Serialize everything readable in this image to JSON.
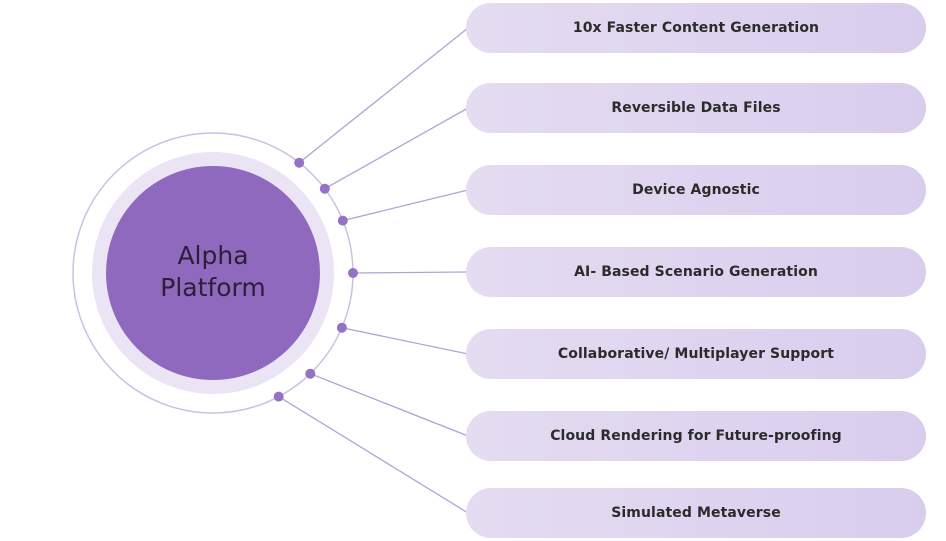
{
  "hub": {
    "title_line1": "Alpha",
    "title_line2": "Platform"
  },
  "features": [
    {
      "name": "feature-content-generation",
      "label": "10x Faster Content Generation"
    },
    {
      "name": "feature-reversible-data",
      "label": "Reversible Data Files"
    },
    {
      "name": "feature-device-agnostic",
      "label": "Device Agnostic"
    },
    {
      "name": "feature-ai-scenario",
      "label": "AI- Based Scenario Generation"
    },
    {
      "name": "feature-collaborative",
      "label": "Collaborative/ Multiplayer Support"
    },
    {
      "name": "feature-cloud-rendering",
      "label": "Cloud Rendering for Future-proofing"
    },
    {
      "name": "feature-metaverse",
      "label": "Simulated Metaverse"
    }
  ],
  "colors": {
    "hub_fill": "#8e69bd",
    "halo_fill": "#ebe4f5",
    "ring_stroke": "#cdbfe3",
    "connector": "#b3a2d3",
    "node_dot": "#9572c2",
    "pill_fill": "#ddd2ef"
  }
}
